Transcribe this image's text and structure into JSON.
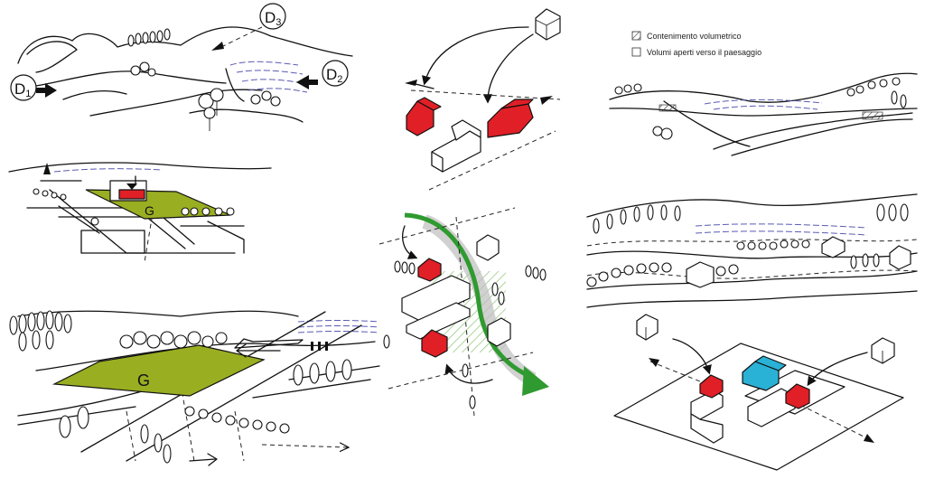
{
  "legend": {
    "hatched_label": "Contenimento volumetrico",
    "open_label": "Volumi aperti verso il paesaggio"
  },
  "viewpoints": {
    "d1": {
      "base": "D",
      "sub": "1"
    },
    "d2": {
      "base": "D",
      "sub": "2"
    },
    "d3": {
      "base": "D",
      "sub": "3"
    }
  },
  "fields": {
    "small_label": "G",
    "large_label": "G"
  },
  "colors": {
    "field_green": "#9aae22",
    "building_red": "#e01f26",
    "building_cyan": "#2ab1d6",
    "flow_green": "#2f9a2f",
    "water_blue": "#5a5ab4"
  }
}
